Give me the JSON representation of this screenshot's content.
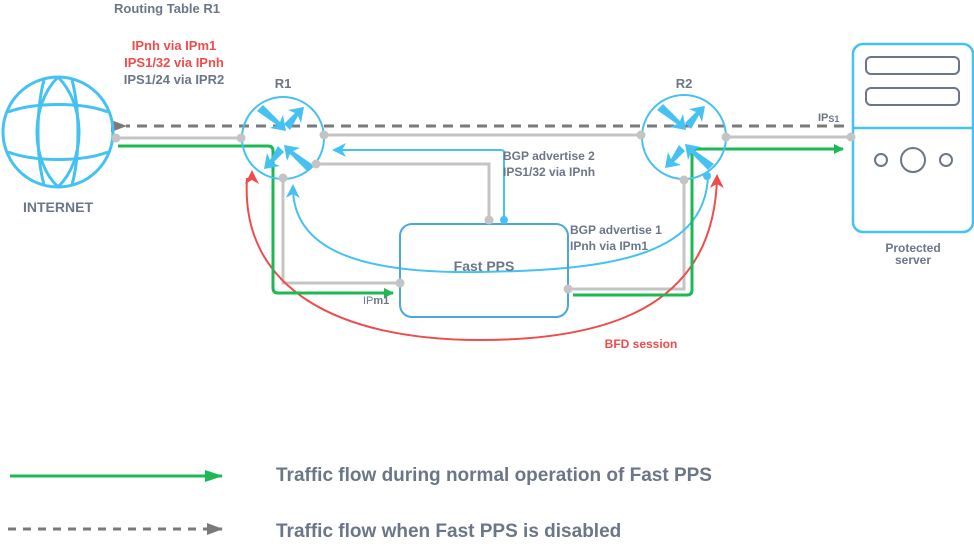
{
  "routing_table": {
    "title": "Routing Table R1",
    "entries": [
      {
        "text": "IPnh via IPm1",
        "highlight": true
      },
      {
        "text": "IPS1/32 via IPnh",
        "highlight": true
      },
      {
        "text": "IPS1/24 via IPR2",
        "highlight": false
      }
    ]
  },
  "nodes": {
    "internet": {
      "label": "INTERNET",
      "icon": "globe-icon"
    },
    "r1": {
      "label": "R1",
      "icon": "router-icon"
    },
    "r2": {
      "label": "R2",
      "icon": "router-icon"
    },
    "fast_pps": {
      "label": "Fast PPS"
    },
    "server": {
      "label_line1": "Protected",
      "label_line2": "server",
      "icon": "server-icon"
    }
  },
  "annotations": {
    "ips1": {
      "main": "IP",
      "sub": "S1"
    },
    "ipm1": {
      "main": "IP",
      "sub": "m1"
    },
    "bgp2_line1": "BGP advertise 2",
    "bgp2_line2": "IPS1/32 via IPnh",
    "bgp1_line1": "BGP advertise 1",
    "bgp1_line2": "IPnh via IPm1",
    "bfd": "BFD session"
  },
  "legend": [
    {
      "label": "Traffic flow during normal operation of Fast PPS",
      "style": "solid",
      "color": "#1db954"
    },
    {
      "label": "Traffic flow when Fast PPS is disabled",
      "style": "dashed",
      "color": "#7a7a7a"
    }
  ],
  "colors": {
    "blue": "#45c1f2",
    "green": "#1db954",
    "red": "#ef4c4c",
    "gray_link": "#c4c4c4",
    "dash_gray": "#7a7a7a",
    "text_gray": "#6b7688"
  }
}
